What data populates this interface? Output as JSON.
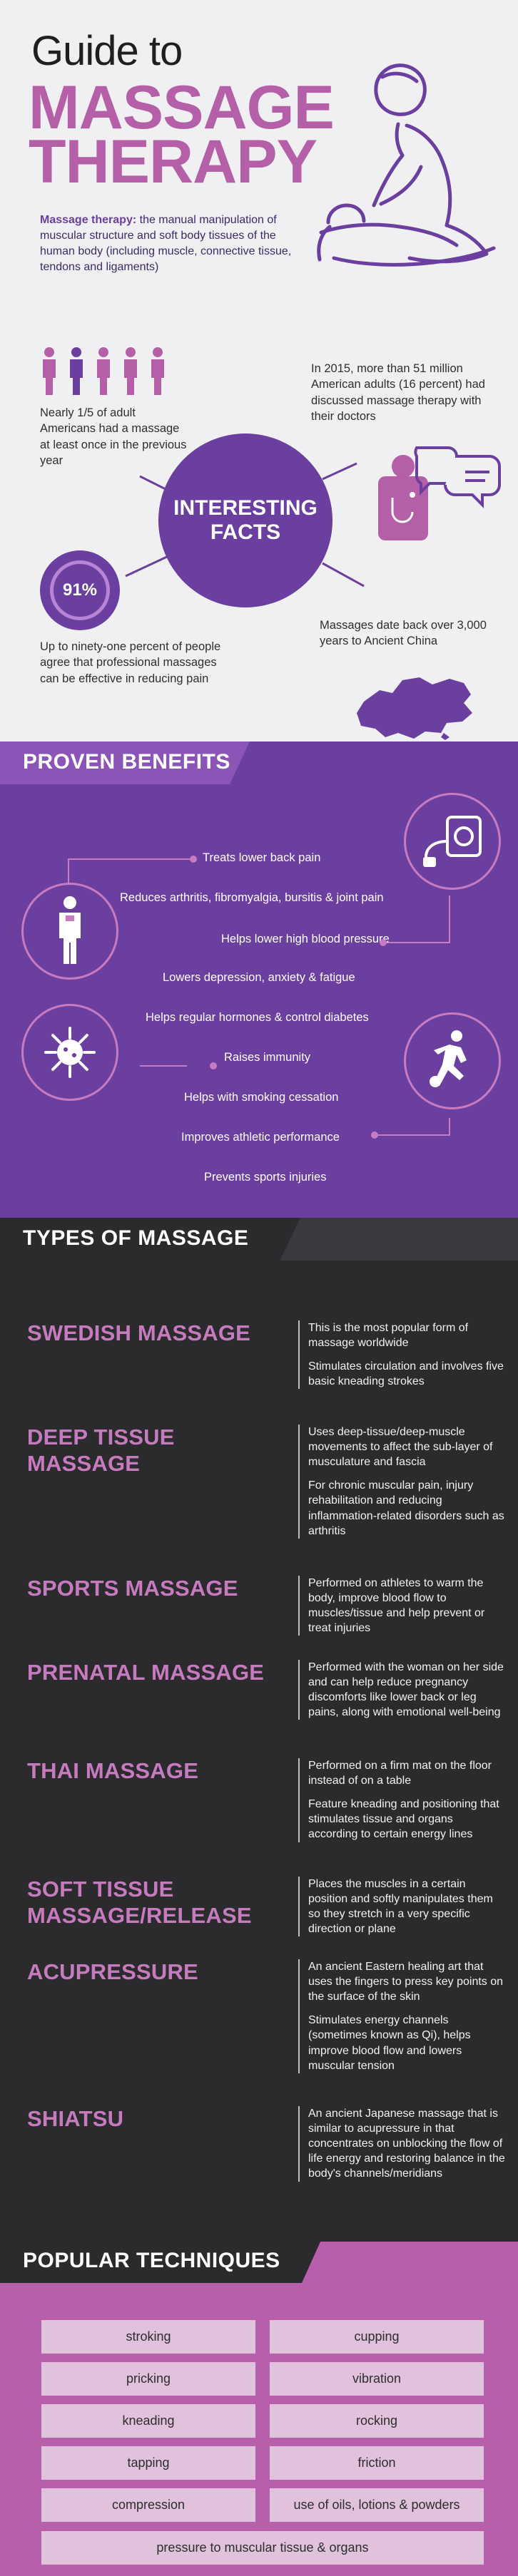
{
  "hero": {
    "title_line1": "Guide to",
    "title_line2": "MASSAGE",
    "title_line3": "THERAPY",
    "intro_term": "Massage therapy:",
    "intro_text": " the manual manipulation of muscular structure and soft body tissues of the human body (including muscle, connective tissue, tendons and ligaments)"
  },
  "facts": {
    "center_line1": "INTERESTING",
    "center_line2": "FACTS",
    "fact1": "Nearly 1/5 of adult Americans had a massage at least once in the previous year",
    "fact2": "In 2015, more than 51 million American adults (16 percent) had discussed massage therapy with their doctors",
    "fact3_value": "91%",
    "fact3": "Up to ninety-one percent of people agree that professional massages can be effective in reducing pain",
    "fact4": "Massages date back over 3,000 years to Ancient China"
  },
  "benefits": {
    "heading": "PROVEN BENEFITS",
    "items": [
      "Treats lower back pain",
      "Reduces arthritis, fibromyalgia, bursitis & joint pain",
      "Helps lower high blood pressure",
      "Lowers depression, anxiety & fatigue",
      "Helps regular hormones & control diabetes",
      "Raises immunity",
      "Helps with smoking cessation",
      "Improves athletic performance",
      "Prevents sports injuries"
    ]
  },
  "types": {
    "heading": "TYPES OF MASSAGE",
    "items": [
      {
        "title": "SWEDISH MASSAGE",
        "desc": [
          "This is the most popular form of massage worldwide",
          "Stimulates circulation and involves five basic kneading strokes"
        ]
      },
      {
        "title": "DEEP TISSUE MASSAGE",
        "desc": [
          "Uses deep-tissue/deep-muscle movements to affect the sub-layer of musculature and fascia",
          "For chronic muscular pain, injury rehabilitation and reducing inflammation-related disorders such as arthritis"
        ]
      },
      {
        "title": "SPORTS MASSAGE",
        "desc": [
          "Performed on athletes to warm the body, improve blood flow to muscles/tissue and help prevent or treat injuries"
        ]
      },
      {
        "title": "PRENATAL MASSAGE",
        "desc": [
          "Performed with the woman on her side and can help reduce pregnancy discomforts like lower back or leg pains, along with emotional well-being"
        ]
      },
      {
        "title": "THAI MASSAGE",
        "desc": [
          "Performed on a firm mat on the floor instead of on a table",
          "Feature kneading and positioning that stimulates tissue and organs according to certain energy lines"
        ]
      },
      {
        "title": "SOFT TISSUE MASSAGE/RELEASE",
        "desc": [
          "Places the muscles in a certain position and softly manipulates them so they stretch in a very specific direction or plane"
        ]
      },
      {
        "title": "ACUPRESSURE",
        "desc": [
          "An ancient Eastern healing art that uses the fingers to press key points on the surface of the skin",
          "Stimulates energy channels (sometimes known as Qi), helps improve blood flow and lowers muscular tension"
        ]
      },
      {
        "title": "SHIATSU",
        "desc": [
          "An ancient Japanese massage that is similar to acupressure in that concentrates on unblocking the flow of life energy and restoring balance in the body's channels/meridians"
        ]
      }
    ]
  },
  "techniques": {
    "heading": "POPULAR TECHNIQUES",
    "grid": [
      "stroking",
      "cupping",
      "pricking",
      "vibration",
      "kneading",
      "rocking",
      "tapping",
      "friction",
      "compression",
      "use of oils, lotions & powders"
    ],
    "wide": "pressure to muscular tissue & organs"
  },
  "colors": {
    "purple_dark": "#6b3fa0",
    "pink_accent": "#b45fa8",
    "dark_bg": "#2b2a2d",
    "tile": "#e1c2dc"
  }
}
